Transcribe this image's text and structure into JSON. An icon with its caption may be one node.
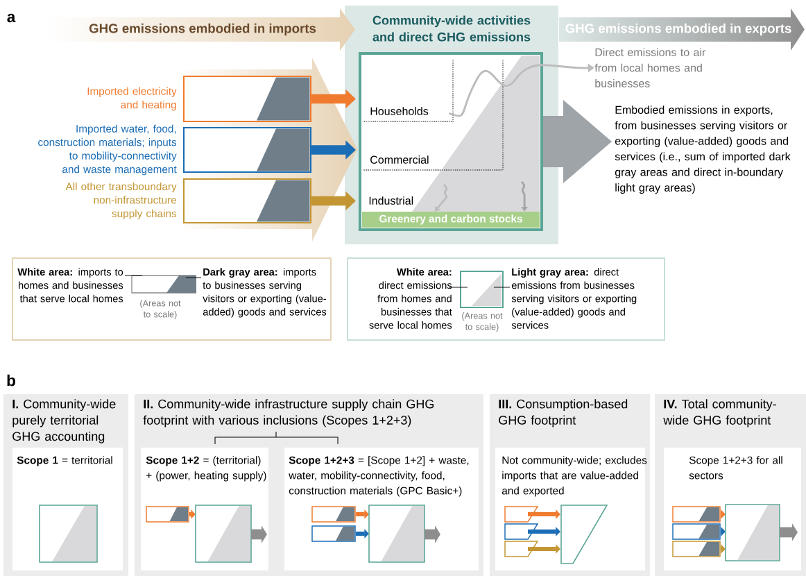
{
  "diagram": {
    "nodes": [
      {
        "text": [
          "GHG emissions embodied in imports"
        ]
      },
      {
        "text": [
          "Community-wide activities and direct GHG emissions"
        ]
      },
      {
        "text": [
          "GHG emissions embodied in exports"
        ]
      },
      {
        "text": [
          "Imported electricity and heating"
        ]
      },
      {
        "text": [
          "Imported water, food, construction materials; inputs to mobility-connectivity and waste management"
        ]
      },
      {
        "text": [
          "All other transboundary non-infrastructure supply chains"
        ]
      },
      {
        "text": [
          "Industrial"
        ],
        "in": 1
      },
      {
        "text": [
          "Commercial"
        ],
        "in": 6
      },
      {
        "text": [
          "Households"
        ],
        "in": 7
      },
      {
        "text": [
          "Greenery and carbon stocks"
        ],
        "in": 6
      },
      {
        "text": [
          "Direct emissions to air from local homes and businesses"
        ]
      },
      {
        "text": [
          "Embodied emissions in exports, from businesses serving visitors or exporting (value-added) goods and services (i.e., sum of imported dark gray areas and direct in-boundary light gray areas)"
        ]
      },
      {
        "text": [
          "**I.** Community-wide purely territorial GHG accounting"
        ]
      },
      {
        "text": [
          "**Scope 1** = territorial"
        ],
        "in": 12
      },
      {
        "text": [
          "**II.** Community-wide infrastructure supply chain GHG footprint with various inclusions (Scopes 1+2+3)"
        ]
      },
      {
        "text": [
          "**Scope 1+2** = (territorial) + (power, heating supply)"
        ],
        "in": 14
      },
      {
        "text": [
          "**Scope 1+2+3** = [Scope 1+2] + waste, water, mobility-connectivity, food, construction materials (GPC Basic+)"
        ],
        "in": 14
      },
      {
        "text": [
          "**III.** Consumption-based GHG footprint"
        ]
      },
      {
        "text": [
          "Not community-wide; excludes imports that are value-added and exported"
        ],
        "in": 17
      },
      {
        "text": [
          "**IV.** Total community-wide GHG footprint"
        ]
      },
      {
        "text": [
          "Scope 1+2+3 for all sectors"
        ],
        "in": 19
      }
    ],
    "edges": [
      {
        "from": 3,
        "to": 6,
        "arrow": "to",
        "style": "thick",
        "color": "#f07b2e"
      },
      {
        "from": 4,
        "to": 6,
        "arrow": "to",
        "style": "thick",
        "color": "#1b6db5"
      },
      {
        "from": 5,
        "to": 6,
        "arrow": "to",
        "style": "thick",
        "color": "#c39633"
      },
      {
        "from": 8,
        "to": 10,
        "arrow": "to",
        "color": "#bdbdbd"
      },
      {
        "from": 6,
        "to": 11,
        "arrow": "to",
        "style": "thick",
        "color": "#9ea4a8"
      },
      {
        "from": null,
        "to": 9,
        "arrow": "to",
        "color": "#bdbdbd"
      },
      {
        "from": null,
        "to": 9,
        "arrow": "to",
        "color": "#a6a6a6"
      }
    ],
    "labels": [
      "a",
      "(Areas not to scale)",
      "(Areas not to scale)",
      "b"
    ],
    "legend": [
      {
        "text": "**White area:** imports to homes and businesses that serve local homes"
      },
      {
        "text": "**Dark gray area:** imports to businesses serving visitors or exporting (value-added) goods and services"
      },
      {
        "text": "**White area:** direct emissions from homes and businesses that serve local homes"
      },
      {
        "text": "**Light gray area:** direct emissions from businesses serving visitors or exporting (value-added) goods and services"
      }
    ]
  }
}
